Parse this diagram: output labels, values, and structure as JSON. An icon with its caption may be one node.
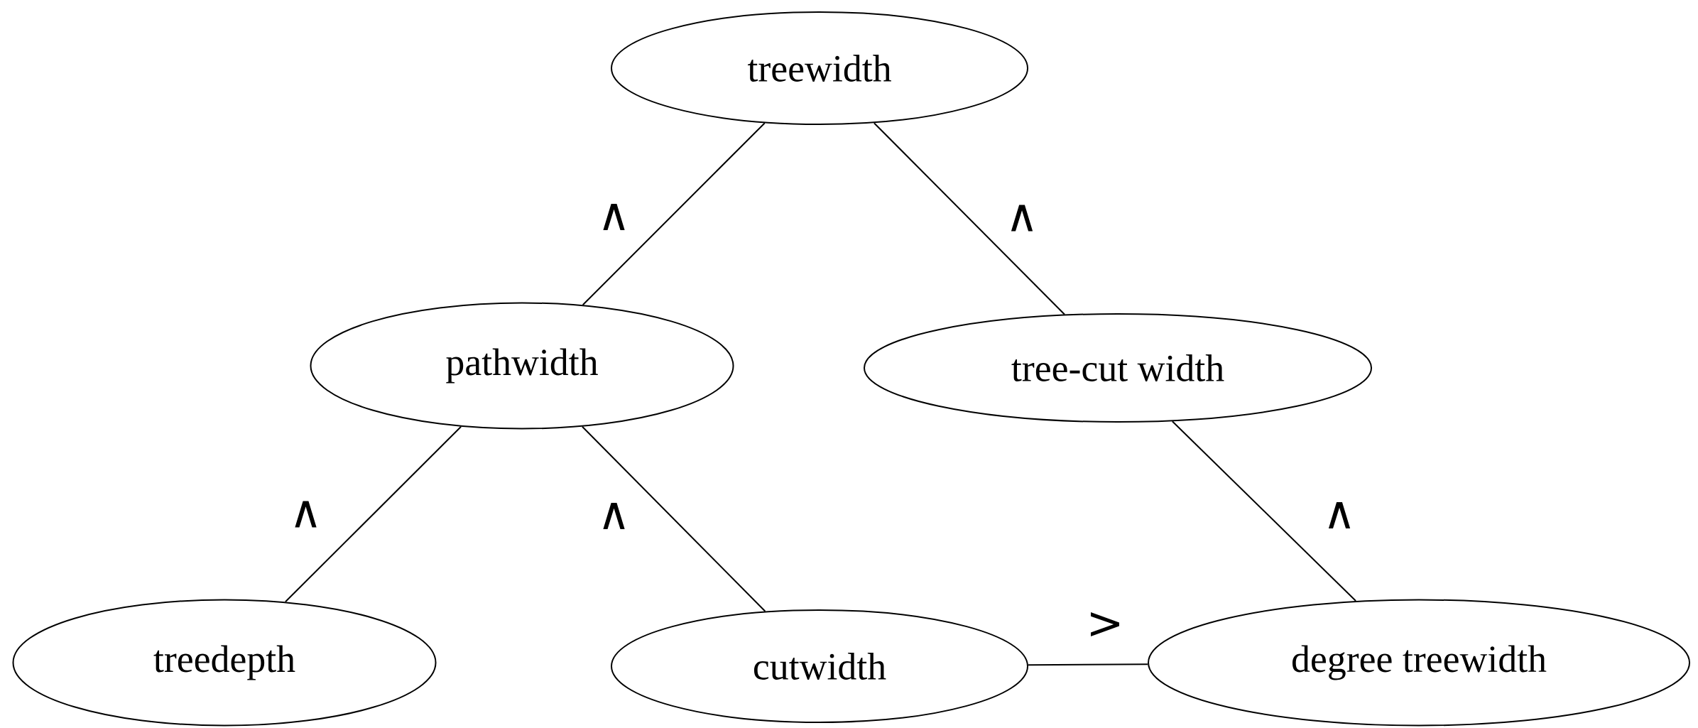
{
  "diagram": {
    "nodes": [
      {
        "text": [
          "treewidth"
        ]
      },
      {
        "text": [
          "pathwidth"
        ]
      },
      {
        "text": [
          "tree-cut width"
        ]
      },
      {
        "text": [
          "treedepth"
        ]
      },
      {
        "text": [
          "cutwidth"
        ]
      },
      {
        "text": [
          "degree treewidth"
        ]
      }
    ],
    "edges": [
      {
        "from": 0,
        "to": 1,
        "arrow": "none",
        "label": "∧"
      },
      {
        "from": 0,
        "to": 2,
        "arrow": "none",
        "label": "∧"
      },
      {
        "from": 1,
        "to": 3,
        "arrow": "none",
        "label": "∧"
      },
      {
        "from": 1,
        "to": 4,
        "arrow": "none",
        "label": "∧"
      },
      {
        "from": 2,
        "to": 5,
        "arrow": "none",
        "label": "∧"
      },
      {
        "from": 4,
        "to": 5,
        "arrow": "none",
        "label": ">"
      }
    ]
  }
}
